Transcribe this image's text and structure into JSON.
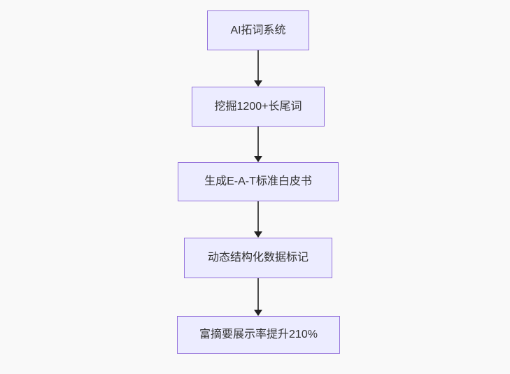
{
  "diagram": {
    "type": "flowchart",
    "direction": "top-down",
    "background_color": "#f9f9f9",
    "node_fill_color": "#ececff",
    "node_border_color": "#9370db",
    "node_text_color": "#333333",
    "edge_color": "#333333",
    "nodes": [
      {
        "id": "n1",
        "label": "AI拓词系统"
      },
      {
        "id": "n2",
        "label": "挖掘1200+长尾词"
      },
      {
        "id": "n3",
        "label": "生成E-A-T标准白皮书"
      },
      {
        "id": "n4",
        "label": "动态结构化数据标记"
      },
      {
        "id": "n5",
        "label": "富摘要展示率提升210%"
      }
    ],
    "edges": [
      {
        "from": "n1",
        "to": "n2"
      },
      {
        "from": "n2",
        "to": "n3"
      },
      {
        "from": "n3",
        "to": "n4"
      },
      {
        "from": "n4",
        "to": "n5"
      }
    ]
  }
}
